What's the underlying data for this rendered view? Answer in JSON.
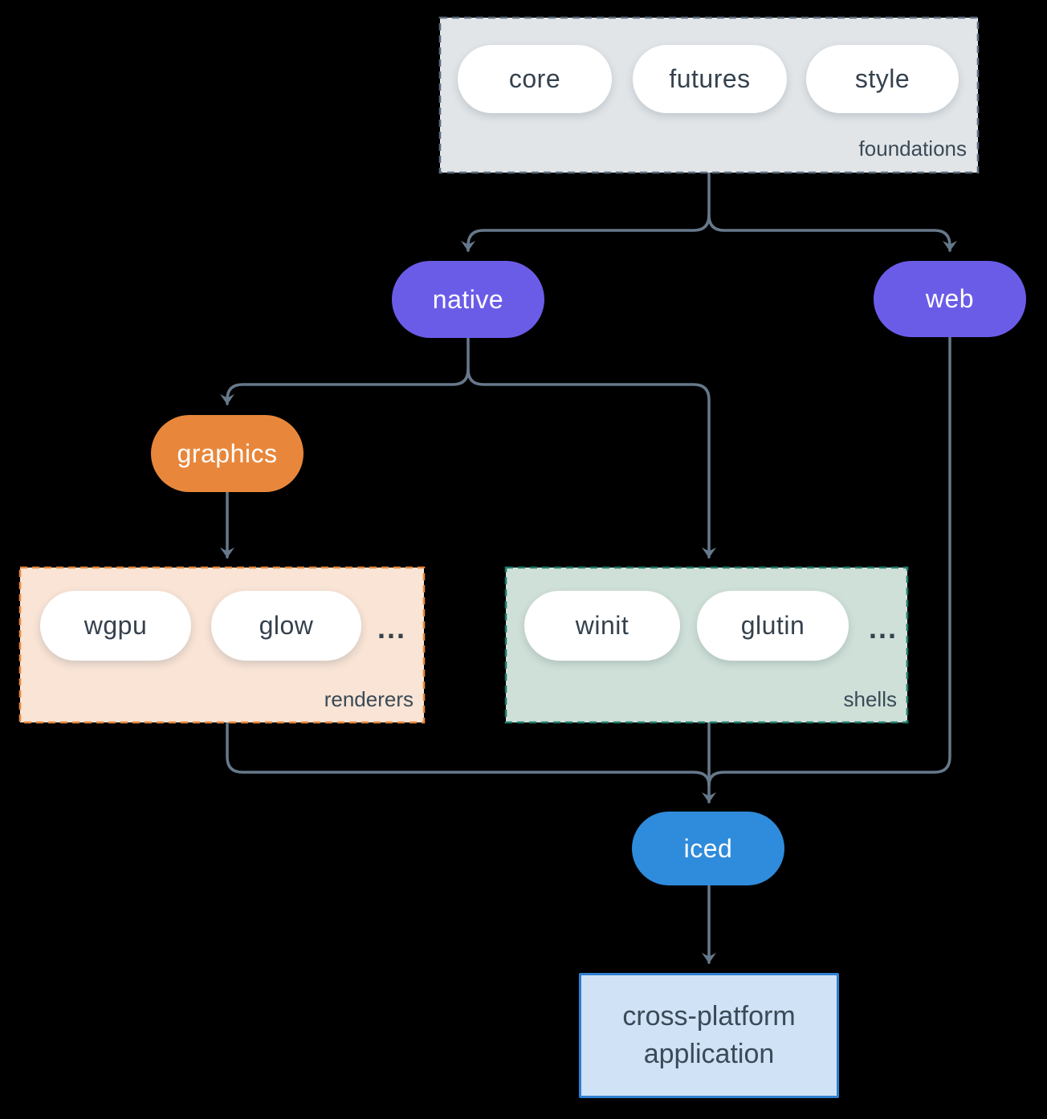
{
  "diagram": {
    "groups": {
      "foundations": {
        "label": "foundations",
        "pills": [
          "core",
          "futures",
          "style"
        ]
      },
      "renderers": {
        "label": "renderers",
        "pills": [
          "wgpu",
          "glow"
        ],
        "ellipsis": "..."
      },
      "shells": {
        "label": "shells",
        "pills": [
          "winit",
          "glutin"
        ],
        "ellipsis": "..."
      }
    },
    "nodes": {
      "native": {
        "label": "native"
      },
      "web": {
        "label": "web"
      },
      "graphics": {
        "label": "graphics"
      },
      "iced": {
        "label": "iced"
      },
      "application": {
        "label": "cross-platform application"
      }
    },
    "edges": [
      {
        "from": "foundations",
        "to": "native"
      },
      {
        "from": "foundations",
        "to": "web"
      },
      {
        "from": "native",
        "to": "graphics"
      },
      {
        "from": "native",
        "to": "shells"
      },
      {
        "from": "graphics",
        "to": "renderers"
      },
      {
        "from": "renderers",
        "to": "iced"
      },
      {
        "from": "shells",
        "to": "iced"
      },
      {
        "from": "web",
        "to": "iced"
      },
      {
        "from": "iced",
        "to": "application"
      }
    ],
    "colors": {
      "background": "#000000",
      "connector": "#66798b",
      "pill_white": "#ffffff",
      "pill_text_dark": "#35424e",
      "node_purple": "#6b5ce8",
      "node_orange": "#e8873b",
      "node_blue": "#2f8bdb",
      "foundations_fill": "#e1e5e8",
      "foundations_border": "#5b6c7c",
      "renderers_fill": "#f9e4d5",
      "renderers_border": "#e8873b",
      "shells_fill": "#cfe0d8",
      "shells_border": "#1f7a6a",
      "application_fill": "#cfe2f6",
      "application_border": "#2f7fd0"
    }
  }
}
